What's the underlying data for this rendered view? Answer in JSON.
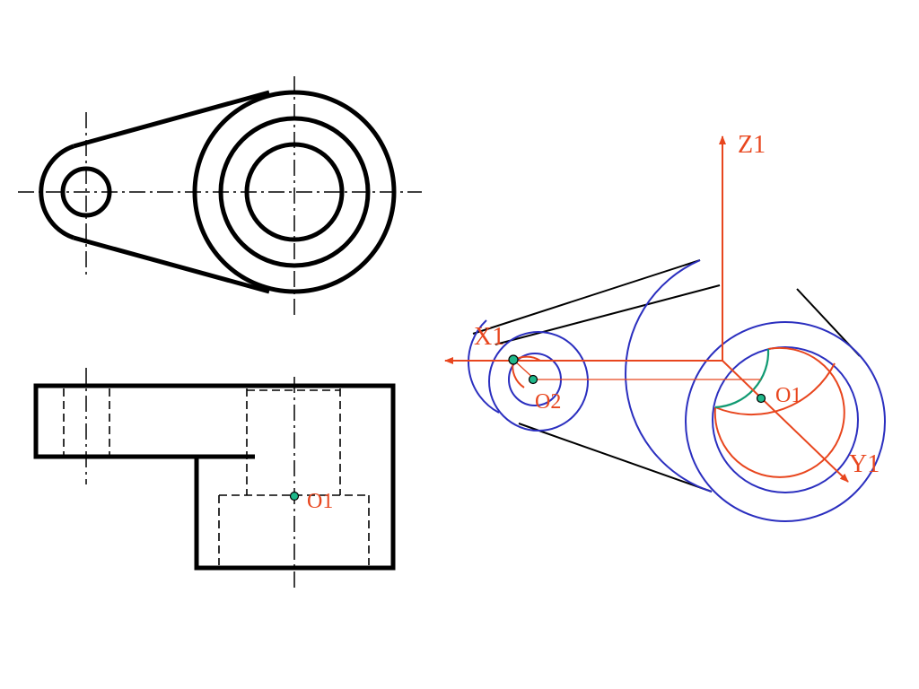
{
  "labels": {
    "front_view_point": "O1",
    "iso_x_axis": "X1",
    "iso_y_axis": "Y1",
    "iso_z_axis": "Z1",
    "iso_point_o1": "O1",
    "iso_point_o2": "O2"
  },
  "colors": {
    "outline": "#000000",
    "axis_and_labels": "#e8461e",
    "circle_blue": "#2b2fbf",
    "marker_green": "#119a72",
    "marker_fill": "#1fb88a"
  }
}
